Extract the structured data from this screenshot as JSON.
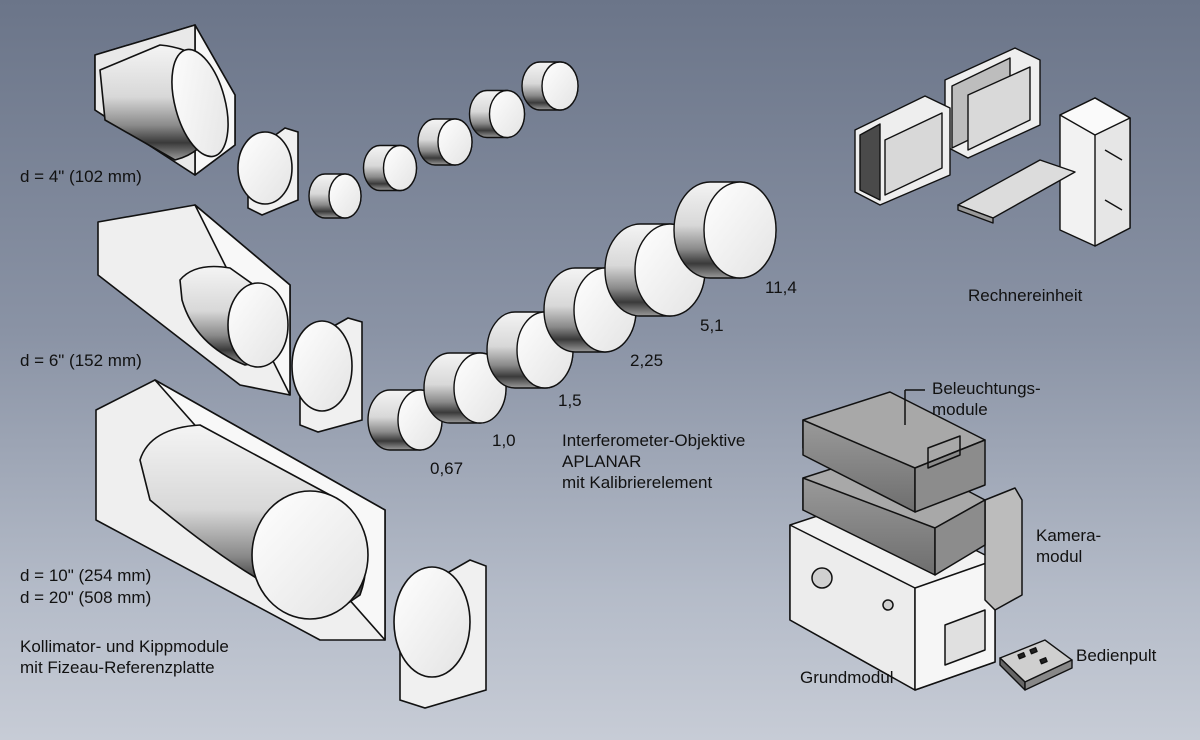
{
  "collimators": {
    "d4": "d = 4\" (102 mm)",
    "d6": "d = 6\" (152 mm)",
    "d10": "d = 10\" (254 mm)",
    "d20": "d = 20\" (508 mm)",
    "caption_line1": "Kollimator- und Kippmodule",
    "caption_line2": "mit Fizeau-Referenzplatte"
  },
  "objectives": {
    "values": [
      "0,67",
      "1,0",
      "1,5",
      "2,25",
      "5,1",
      "11,4"
    ],
    "caption_line1": "Interferometer-Objektive",
    "caption_line2": "APLANAR",
    "caption_line3": "mit Kalibrierelement"
  },
  "computer": {
    "label": "Rechnereinheit"
  },
  "modules": {
    "illumination_line1": "Beleuchtungs-",
    "illumination_line2": "module",
    "camera_line1": "Kamera-",
    "camera_line2": "modul",
    "base": "Grundmodul",
    "control": "Bedienpult"
  }
}
